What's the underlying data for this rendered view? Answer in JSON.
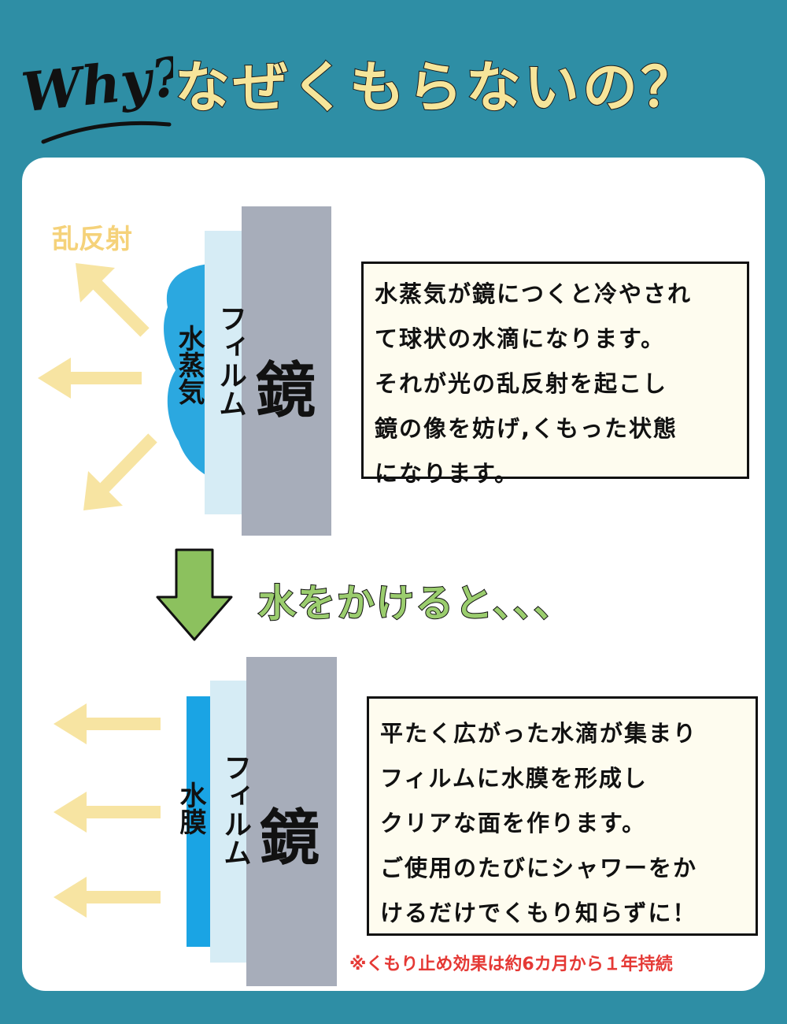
{
  "header": {
    "why_text": "Why?",
    "title": "なぜくもらないの？"
  },
  "colors": {
    "background": "#2e8ea5",
    "title": "#f6e59a",
    "arrow": "#f7e4a2",
    "mirror": "#a7adba",
    "film": "#d6ecf5",
    "vapor": "#2ba8e0",
    "green_arrow": "#8cc15e",
    "note": "#e53935"
  },
  "before": {
    "reflection_label": "乱反射",
    "vapor_label": "水蒸気",
    "film_label": "フィルム",
    "mirror_label": "鏡",
    "description": [
      "水蒸気が鏡につくと冷やされ",
      "て球状の水滴になります。",
      "それが光の乱反射を起こし",
      "鏡の像を妨げ,くもった状態",
      "になります。"
    ]
  },
  "transition": {
    "text": "水をかけると、、、",
    "icon": "down-arrow-icon"
  },
  "after": {
    "membrane_label": "水膜",
    "film_label": "フィルム",
    "mirror_label": "鏡",
    "description": [
      "平たく広がった水滴が集まり",
      "フィルムに水膜を形成し",
      "クリアな面を作ります。",
      "ご使用のたびにシャワーをか",
      "けるだけでくもり知らずに！"
    ]
  },
  "note": "※くもり止め効果は約6カ月から１年持続"
}
